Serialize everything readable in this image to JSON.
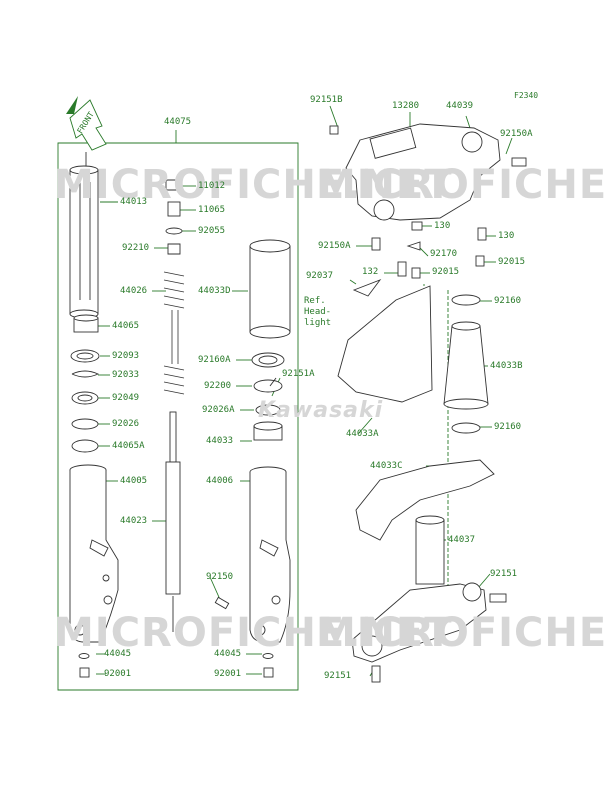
{
  "diagram": {
    "code": "F2340",
    "arrow_label": "FRONT",
    "watermark": "MICROFICHE.NET",
    "brand_watermark": "Kawasaki",
    "ref_note": "Ref.\nHead-\nlight",
    "colors": {
      "line": "#2a7a2a",
      "part": "#3a3a3a",
      "watermark": "#d6d6d6"
    },
    "labels": [
      {
        "id": "44075",
        "text": "44075"
      },
      {
        "id": "44013",
        "text": "44013"
      },
      {
        "id": "11012",
        "text": "11012"
      },
      {
        "id": "11065",
        "text": "11065"
      },
      {
        "id": "92055",
        "text": "92055"
      },
      {
        "id": "92210",
        "text": "92210"
      },
      {
        "id": "44026",
        "text": "44026"
      },
      {
        "id": "44033D",
        "text": "44033D"
      },
      {
        "id": "44065",
        "text": "44065"
      },
      {
        "id": "92093",
        "text": "92093"
      },
      {
        "id": "92033",
        "text": "92033"
      },
      {
        "id": "92049",
        "text": "92049"
      },
      {
        "id": "92026",
        "text": "92026"
      },
      {
        "id": "44065A",
        "text": "44065A"
      },
      {
        "id": "92160A",
        "text": "92160A"
      },
      {
        "id": "92151A",
        "text": "92151A"
      },
      {
        "id": "92200",
        "text": "92200"
      },
      {
        "id": "92026A",
        "text": "92026A"
      },
      {
        "id": "44033",
        "text": "44033"
      },
      {
        "id": "44005",
        "text": "44005"
      },
      {
        "id": "44006",
        "text": "44006"
      },
      {
        "id": "44023",
        "text": "44023"
      },
      {
        "id": "92150",
        "text": "92150"
      },
      {
        "id": "44045L",
        "text": "44045"
      },
      {
        "id": "44045R",
        "text": "44045"
      },
      {
        "id": "92001L",
        "text": "92001"
      },
      {
        "id": "92001R",
        "text": "92001"
      },
      {
        "id": "92151B",
        "text": "92151B"
      },
      {
        "id": "13280",
        "text": "13280"
      },
      {
        "id": "44039",
        "text": "44039"
      },
      {
        "id": "92150A1",
        "text": "92150A"
      },
      {
        "id": "92150A2",
        "text": "92150A"
      },
      {
        "id": "130a",
        "text": "130"
      },
      {
        "id": "130b",
        "text": "130"
      },
      {
        "id": "92170",
        "text": "92170"
      },
      {
        "id": "92037",
        "text": "92037"
      },
      {
        "id": "132",
        "text": "132"
      },
      {
        "id": "92015a",
        "text": "92015"
      },
      {
        "id": "92015b",
        "text": "92015"
      },
      {
        "id": "92160a",
        "text": "92160"
      },
      {
        "id": "92160b",
        "text": "92160"
      },
      {
        "id": "44033B",
        "text": "44033B"
      },
      {
        "id": "44033A",
        "text": "44033A"
      },
      {
        "id": "44033C",
        "text": "44033C"
      },
      {
        "id": "44037",
        "text": "44037"
      },
      {
        "id": "92151a",
        "text": "92151"
      },
      {
        "id": "92151b",
        "text": "92151"
      }
    ]
  }
}
